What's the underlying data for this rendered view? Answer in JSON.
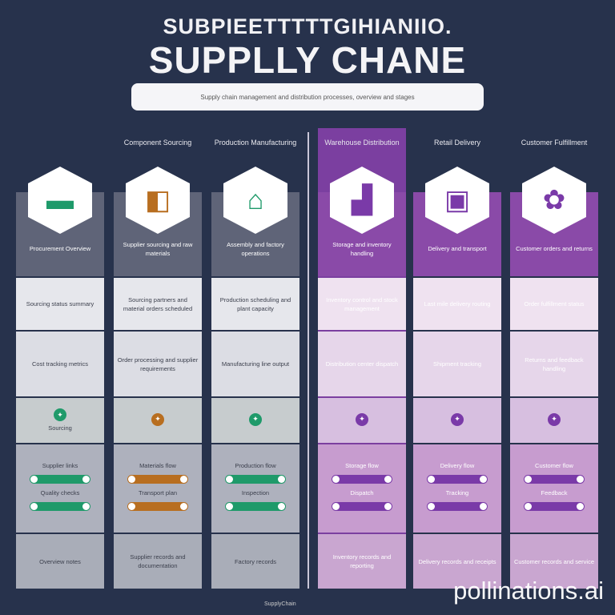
{
  "header": {
    "supertitle": "SUBPIEETTTTTGIHIANIIO.",
    "title": "SUPPLLY CHANE",
    "subtitle": "Supply chain management and distribution processes, overview and stages"
  },
  "columns": [
    {
      "heading": "",
      "icon": "▬",
      "accent": "#1f9a6a",
      "theme": "gray",
      "label": "Procurement Overview",
      "r1": "Sourcing status summary",
      "r2": "Cost tracking metrics",
      "r3": "Sourcing",
      "r4a": "Supplier links",
      "r4b": "Quality checks",
      "r5": "Overview notes"
    },
    {
      "heading": "Component Sourcing",
      "icon": "◧",
      "accent": "#b86e20",
      "theme": "gray",
      "label": "Supplier sourcing and raw materials",
      "r1": "Sourcing partners and material orders scheduled",
      "r2": "Order processing and supplier requirements",
      "r3": "",
      "r4a": "Materials flow",
      "r4b": "Transport plan",
      "r5": "Supplier records and documentation"
    },
    {
      "heading": "Production Manufacturing",
      "icon": "⌂",
      "accent": "#1f9a6a",
      "theme": "gray",
      "label": "Assembly and factory operations",
      "r1": "Production scheduling and plant capacity",
      "r2": "Manufacturing line output",
      "r3": "",
      "r4a": "Production flow",
      "r4b": "Inspection",
      "r5": "Factory records"
    },
    {
      "heading": "Warehouse Distribution",
      "icon": "▟",
      "accent": "#7a3aa8",
      "theme": "purple",
      "label": "Storage and inventory handling",
      "r1": "Inventory control and stock management",
      "r2": "Distribution center dispatch",
      "r3": "",
      "r4a": "Storage flow",
      "r4b": "Dispatch",
      "r5": "Inventory records and reporting"
    },
    {
      "heading": "Retail Delivery",
      "icon": "▣",
      "accent": "#7a3aa8",
      "theme": "purple",
      "label": "Delivery and transport",
      "r1": "Last mile delivery routing",
      "r2": "Shipment tracking",
      "r3": "",
      "r4a": "Delivery flow",
      "r4b": "Tracking",
      "r5": "Delivery records and receipts"
    },
    {
      "heading": "Customer Fulfillment",
      "icon": "✿",
      "accent": "#7a3aa8",
      "theme": "purple",
      "label": "Customer orders and returns",
      "r1": "Order fulfillment status",
      "r2": "Returns and feedback handling",
      "r3": "",
      "r4a": "Customer flow",
      "r4b": "Feedback",
      "r5": "Customer records and service"
    }
  ],
  "footer": "SupplyChain",
  "watermark": "pollinations.ai",
  "colors": {
    "background": "#27324c",
    "green": "#1f9a6a",
    "purple": "#7a3aa8"
  }
}
